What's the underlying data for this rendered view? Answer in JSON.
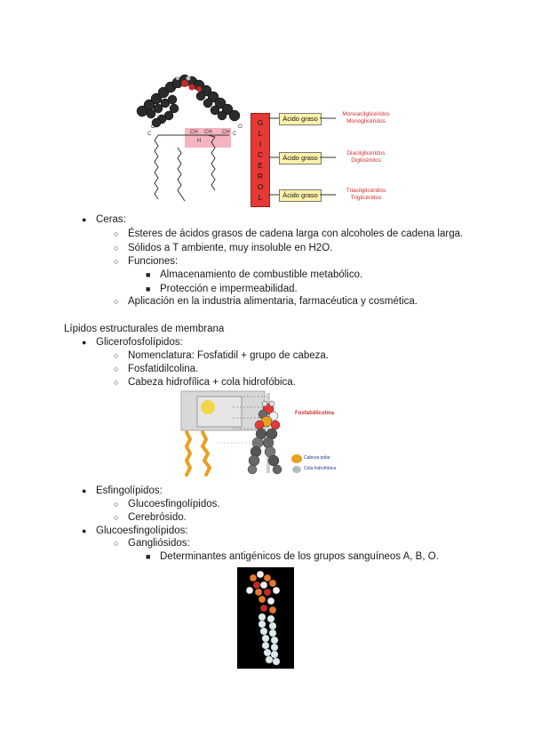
{
  "figure1": {
    "glycerol_letters": [
      "G",
      "L",
      "I",
      "C",
      "E",
      "R",
      "O",
      "L"
    ],
    "acid_labels": [
      "Ácido graso",
      "Ácido graso",
      "Ácido graso"
    ],
    "result_labels": [
      [
        "Monoacilglicéridos",
        "Monoglicéridos"
      ],
      [
        "Diacilglicéridos",
        "Diglicéridos"
      ],
      [
        "Triacilglicéridos",
        "Triglicéridos"
      ]
    ]
  },
  "ceras": {
    "title": "Ceras:",
    "items": [
      "Ésteres de ácidos grasos de cadena larga con alcoholes de cadena larga.",
      "Sólidos a T ambiente, muy insoluble en H2O.",
      "Funciones:"
    ],
    "funciones": [
      "Almacenamiento de combustible metabólico.",
      "Protección e impermeabilidad."
    ],
    "aplicacion": "Aplicación en la industria alimentaria, farmacéutica y cosmética."
  },
  "section_title": "Lípidos estructurales de membrana",
  "glicerofosfolipidos": {
    "title": "Glicerofosfolípidos:",
    "items": [
      "Nomenclatura: Fosfatidil + grupo de cabeza.",
      "Fosfatidilcolina.",
      "Cabeza hidrofílica + cola hidrofóbica."
    ]
  },
  "figure2": {
    "label_main": "Fosfatidilcolina",
    "label_polar": "Cabeza polar",
    "label_tail": "Cola hidrofóbica"
  },
  "esfingolipidos": {
    "title": "Esfingolípidos:",
    "items": [
      "Glucoesfingolípidos.",
      "Cerebrósido."
    ]
  },
  "glucoesfingolipidos": {
    "title": "Glucoesfingolípidos:",
    "subtitle": "Gangliósidos:",
    "detail": "Determinantes antigénicos de los grupos sanguíneos A, B, O."
  },
  "colors": {
    "glycerol_box": "#e53935",
    "acid_box": "#fff2a8",
    "red_text": "#d32f2f",
    "accent_orange": "#e8a020"
  }
}
